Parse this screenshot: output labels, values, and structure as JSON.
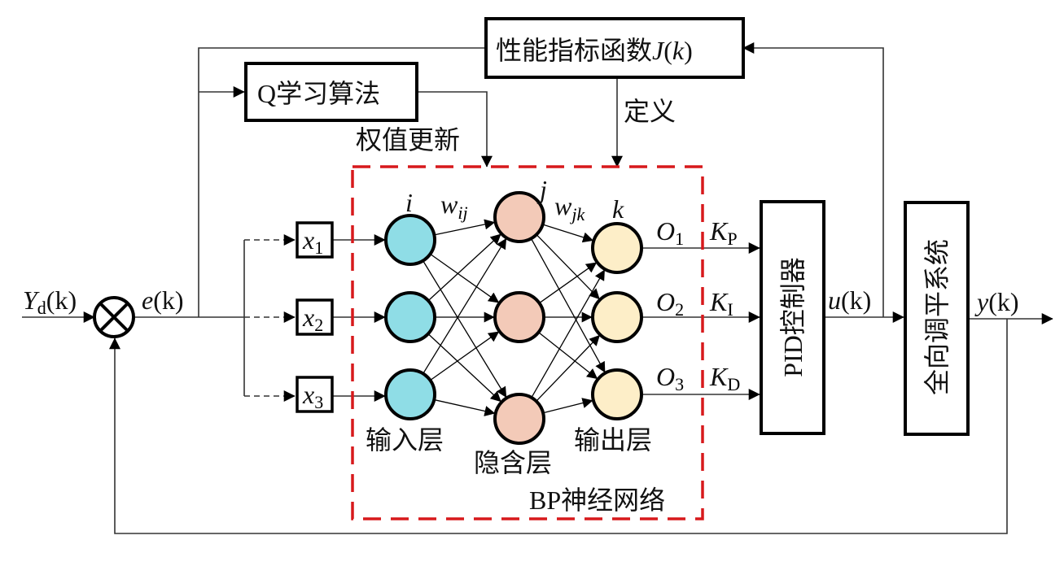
{
  "diagram": {
    "title": "BP神经网络 + Q学习 PID 控制系统结构图",
    "blocks": {
      "performance_index": {
        "label": "性能指标函数",
        "symbol": "J",
        "arg": "k"
      },
      "q_learning": {
        "label": "Q学习算法"
      },
      "pid_controller": {
        "label": "PID控制器"
      },
      "plant": {
        "label": "全向调平系统"
      }
    },
    "edge_labels": {
      "weight_update": "权值更新",
      "define": "定义",
      "setpoint": {
        "symbol": "Y",
        "sub": "d",
        "arg": "(k)"
      },
      "error": {
        "symbol": "e",
        "arg": "(k)"
      },
      "control": {
        "symbol": "u",
        "arg": "(k)"
      },
      "output": {
        "symbol": "y",
        "arg": "(k)"
      }
    },
    "inputs": [
      {
        "symbol": "x",
        "sub": "1"
      },
      {
        "symbol": "x",
        "sub": "2"
      },
      {
        "symbol": "x",
        "sub": "3"
      }
    ],
    "network": {
      "label": "BP神经网络",
      "border_color": "#d7191c",
      "layers": [
        {
          "name": "输入层",
          "index_label": "i",
          "nodes": 3,
          "color": "#8fdde6"
        },
        {
          "name": "隐含层",
          "index_label": "j",
          "nodes": 3,
          "color": "#f3cab8"
        },
        {
          "name": "输出层",
          "index_label": "k",
          "nodes": 3,
          "color": "#fdeec8"
        }
      ],
      "weights": [
        {
          "symbol": "w",
          "sub": "ij"
        },
        {
          "symbol": "w",
          "sub": "jk"
        }
      ],
      "outputs": [
        {
          "symbol": "O",
          "sub": "1"
        },
        {
          "symbol": "O",
          "sub": "2"
        },
        {
          "symbol": "O",
          "sub": "3"
        }
      ]
    },
    "gains": [
      {
        "symbol": "K",
        "sub": "P"
      },
      {
        "symbol": "K",
        "sub": "I"
      },
      {
        "symbol": "K",
        "sub": "D"
      }
    ]
  }
}
